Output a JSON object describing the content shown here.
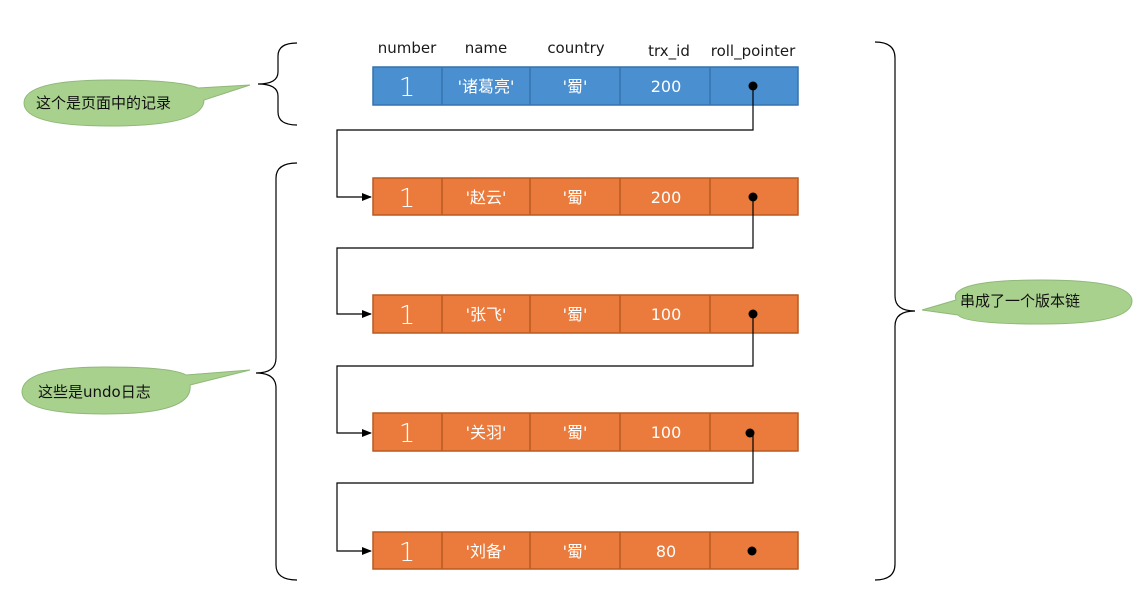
{
  "headers": {
    "number": "number",
    "name": "name",
    "country": "country",
    "trx_id": "trx_id",
    "roll_pointer": "roll_pointer"
  },
  "current_record": {
    "number": "1",
    "name": "'诸葛亮'",
    "country": "'蜀'",
    "trx_id": "200"
  },
  "undo_records": [
    {
      "number": "1",
      "name": "'赵云'",
      "country": "'蜀'",
      "trx_id": "200"
    },
    {
      "number": "1",
      "name": "'张飞'",
      "country": "'蜀'",
      "trx_id": "100"
    },
    {
      "number": "1",
      "name": "'关羽'",
      "country": "'蜀'",
      "trx_id": "100"
    },
    {
      "number": "1",
      "name": "'刘备'",
      "country": "'蜀'",
      "trx_id": "80"
    }
  ],
  "callouts": {
    "page_record": "这个是页面中的记录",
    "undo_logs": "这些是undo日志",
    "version_chain": "串成了一个版本链"
  },
  "colors": {
    "current_fill": "#4a8fd0",
    "current_stroke": "#3572ad",
    "undo_fill": "#ea7b3c",
    "undo_stroke": "#b85a22",
    "bubble_fill": "#a9d18e",
    "bubble_stroke": "#8fb879"
  }
}
